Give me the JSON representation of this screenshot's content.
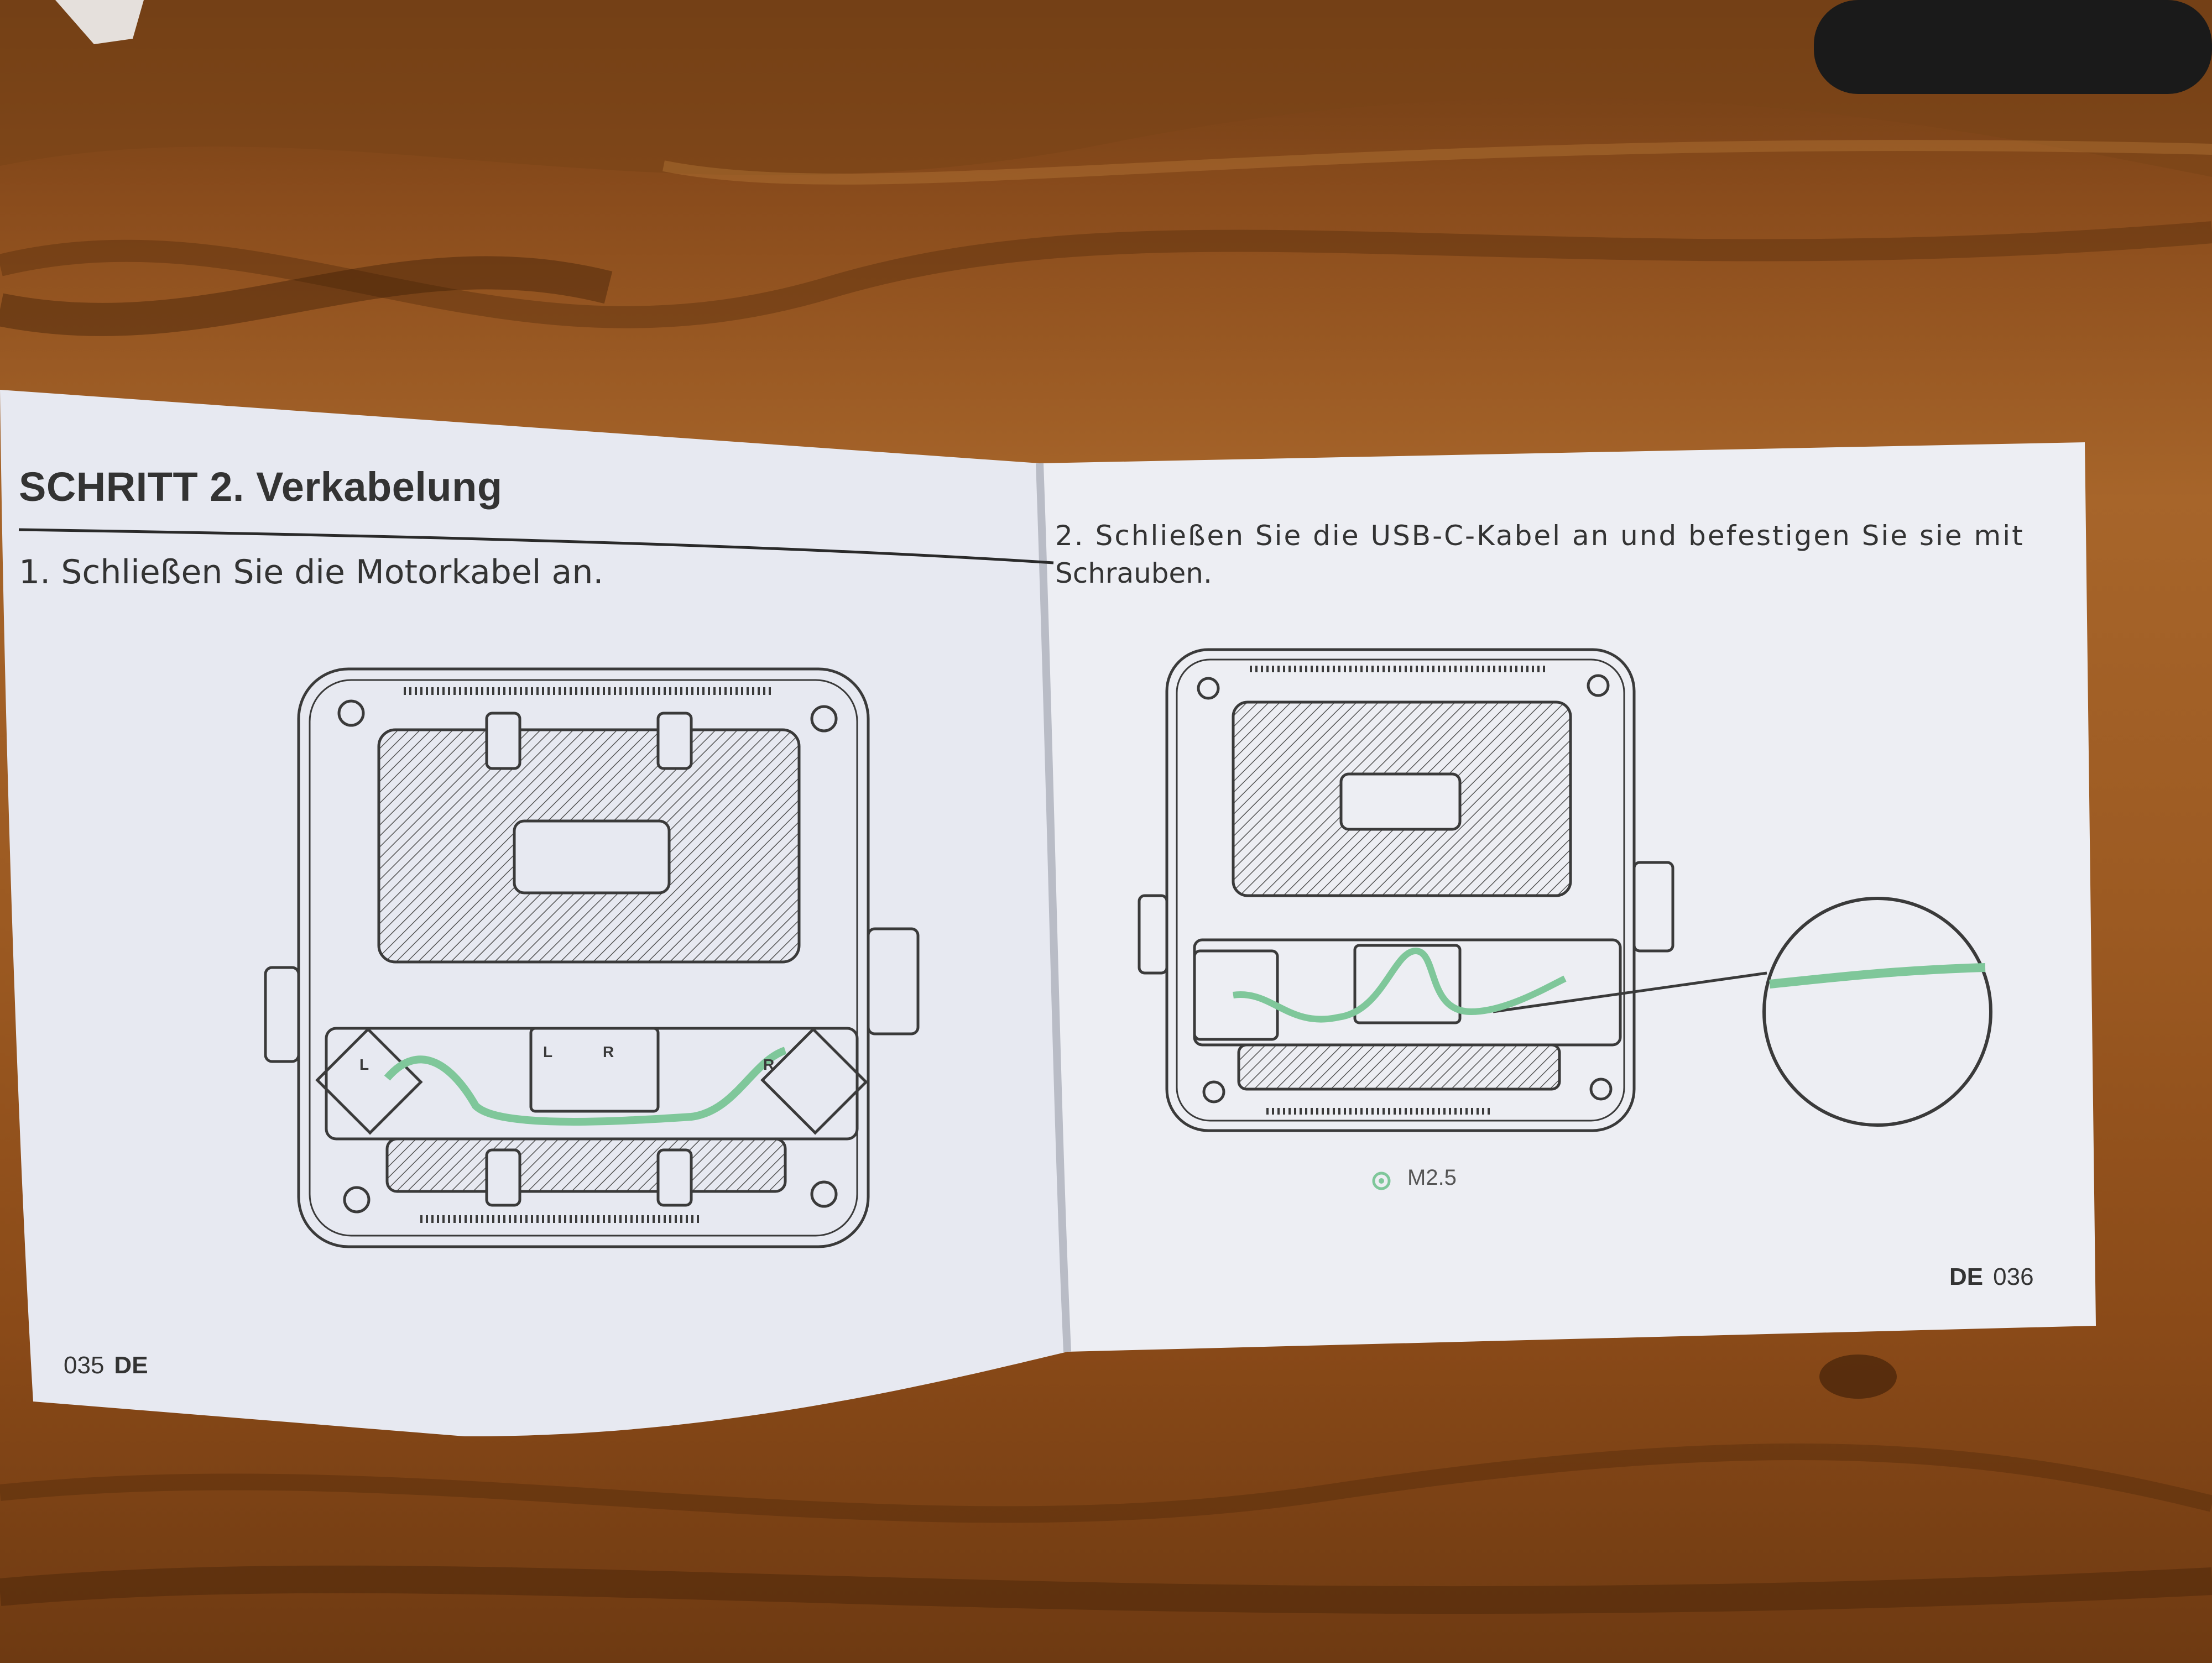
{
  "manual": {
    "title": "SCHRITT 2.  Verkabelung",
    "step1": "1. Schließen Sie die Motorkabel an.",
    "step2_line1": "2. Schließen Sie die USB-C-Kabel an und befestigen Sie sie mit",
    "step2_line2": "Schrauben.",
    "screw_legend": "M2.5",
    "left_page_number": "035",
    "left_page_lang": "DE",
    "right_page_number": "036",
    "right_page_lang": "DE"
  },
  "diagram_marks": {
    "left_top": "L",
    "right_top": "R",
    "motor_left": "L",
    "motor_right": "R"
  },
  "colors": {
    "paper": "#e8eaf1",
    "line_art": "#3a3a3a",
    "cable_green": "#7fc79a",
    "wood": "#9c5a22"
  }
}
